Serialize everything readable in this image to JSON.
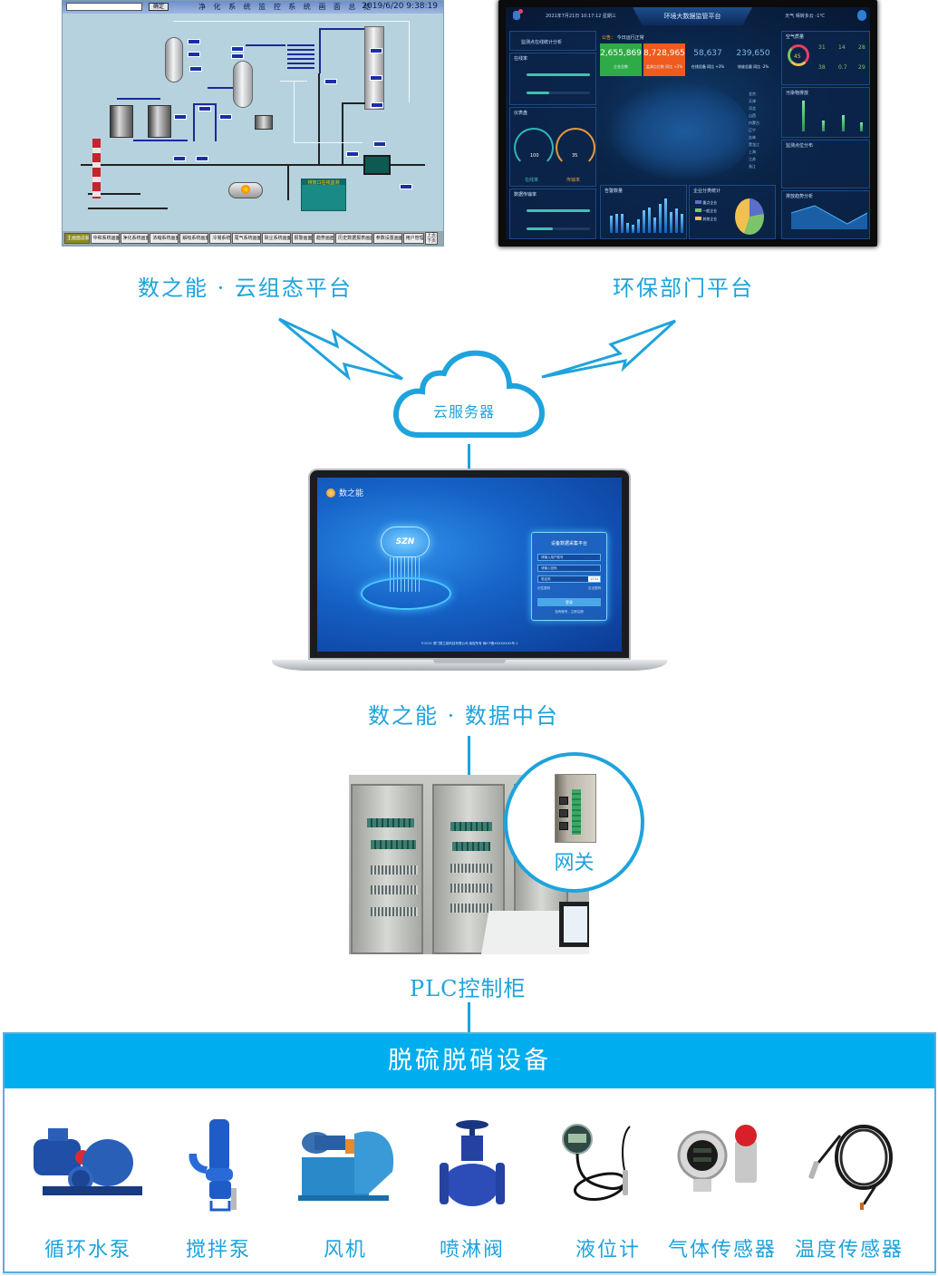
{
  "scada": {
    "title": "净 化 系 统 监 控 系 统 画 面 总 览",
    "clock": "2019/6/20 9:38:19",
    "combo_button": "确定",
    "tabs": [
      "主画面总貌",
      "中和系统画面",
      "净化系统画面",
      "浓缩系统画面",
      "解吸系统画面",
      "冷凝系统",
      "尾气系统画面",
      "除尘系统画面",
      "报警画面",
      "趋势画面",
      "历史数据报表画面",
      "参数设置画面",
      "用户管理"
    ],
    "page_buttons": [
      "上页",
      "下页"
    ],
    "info_box_title": "排放口在线监测"
  },
  "dashboard": {
    "title": "环境大数据监管平台",
    "date": "2021年7月21日 10:17:12 星期三",
    "weather": "天气 晴转多云 -1℃",
    "notice_label": "公告：",
    "notice_text": "今日运行正常",
    "kpis": [
      {
        "value": "2,655,869",
        "label": "企业总数",
        "color": "#2eab46"
      },
      {
        "value": "8,728,965",
        "label": "监测点位数 同比 +2%",
        "color": "#ef5a1e"
      },
      {
        "value": "58,637",
        "label": "在线设备 同比 +3%",
        "color": ""
      },
      {
        "value": "239,650",
        "label": "排放总量 同比 -2%",
        "color": ""
      }
    ],
    "panels": {
      "left_top": "监测点在线统计分析",
      "left_a": "在线率",
      "left_b": "仪表盘",
      "left_c": "数据传输率",
      "right_a": "空气质量",
      "right_b": "污染物排放",
      "right_c": "监测点位分布",
      "right_d": "排放趋势分析",
      "bottom_a": "告警数量",
      "bottom_b": "企业分类统计"
    },
    "gauges": [
      {
        "value": "100",
        "label": "在线率"
      },
      {
        "value": "35",
        "label": "传输率"
      }
    ],
    "aqi": {
      "value": "45",
      "items": [
        "31",
        "14",
        "28",
        "38",
        "0.7",
        "29"
      ]
    },
    "map_legend": [
      "北京",
      "天津",
      "河北",
      "山西",
      "内蒙古",
      "辽宁",
      "吉林",
      "黑龙江",
      "上海",
      "江苏",
      "浙江"
    ],
    "pie_legend": [
      "重点企业",
      "一般企业",
      "其他企业"
    ]
  },
  "labels": {
    "cloud_config": "数之能 · 云组态平台",
    "epa_platform": "环保部门平台",
    "cloud_server": "云服务器",
    "data_center": "数之能 · 数据中台",
    "gateway": "网关",
    "plc_cabinet": "PLC控制柜"
  },
  "laptop": {
    "brand": "数之能",
    "cloud_logo": "SZN",
    "login_title": "设备数据采集平台",
    "username_placeholder": "请输入用户账号",
    "password_placeholder": "请输入密码",
    "captcha_placeholder": "验证码",
    "captcha_code": "1234",
    "remember": "记住密码",
    "forgot": "忘记密码",
    "login_button": "登录",
    "register": "没有账号，立即注册",
    "copyright": "©2021 厦门数之能科技有限公司 版权所有 闽ICP备XXXXXXXX号-1"
  },
  "equipment": {
    "title": "脱硫脱硝设备",
    "items": [
      {
        "name": "循环水泵",
        "icon": "centrifugal-pump"
      },
      {
        "name": "搅拌泵",
        "icon": "submersible-pump"
      },
      {
        "name": "风机",
        "icon": "industrial-fan"
      },
      {
        "name": "喷淋阀",
        "icon": "globe-valve"
      },
      {
        "name": "液位计",
        "icon": "level-gauge"
      },
      {
        "name": "气体传感器",
        "icon": "gas-detector"
      },
      {
        "name": "温度传感器",
        "icon": "temperature-probe"
      }
    ]
  },
  "colors": {
    "accent": "#1ea3dc",
    "header_bar": "#00adee"
  }
}
